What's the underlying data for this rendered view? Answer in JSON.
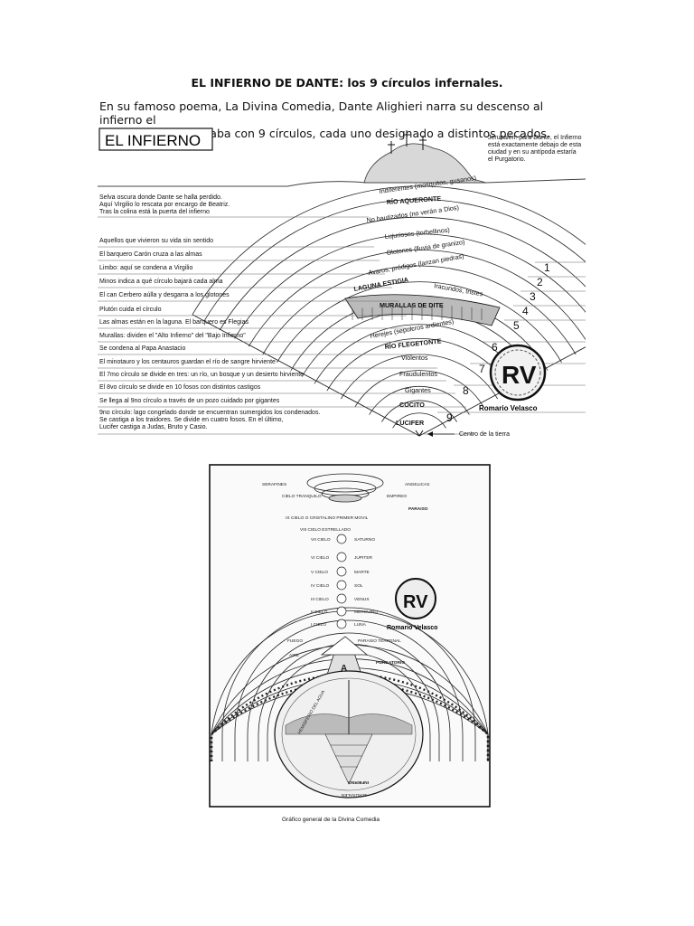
{
  "document": {
    "title": "EL INFIERNO DE DANTE: los 9 círculos infernales.",
    "intro_line1": "En su famoso poema, La Divina Comedia, Dante Alighieri narra su descenso al infierno el",
    "intro_line2": "cual, según él, contaba con 9 círculos, cada uno designado a distintos pecados."
  },
  "infierno_diagram": {
    "heading": "EL INFIERNO",
    "jerusalem_note": [
      "Jerusalén: para Dante, el Infierno",
      "está exactamente debajo de esta",
      "ciudad y en su antípoda estaría",
      "el Purgatorio."
    ],
    "left_notes": [
      [
        "Selva oscura donde Dante se halla perdido.",
        "Aquí Virgilio lo rescata por encargo de Beatriz.",
        "Tras la colina está la puerta del infierno"
      ],
      [
        "Aquellos que vivieron su vida sin sentido"
      ],
      [
        "El barquero Carón cruza a las almas"
      ],
      [
        "Limbo: aquí se condena a Virgilio"
      ],
      [
        "Minos indica a qué círculo bajará cada alma"
      ],
      [
        "El can Cerbero aúlla y desgarra a los glotones"
      ],
      [
        "Plutón cuida el círculo"
      ],
      [
        "Las almas están en la laguna. El barquero es Flegias"
      ],
      [
        "Murallas: dividen el \"Alto Infierno\" del \"Bajo Infierno\""
      ],
      [
        "Se condena al Papa Anastacio"
      ],
      [
        "El minotauro y los centauros guardan el río de sangre hirviente"
      ],
      [
        "El 7mo círculo se divide en tres: un río, un bosque y un desierto hirviente"
      ],
      [
        "El 8vo círculo se divide en 10 fosos con distintos castigos"
      ],
      [
        "Se llega al 9no círculo a través de un pozo cuidado por gigantes"
      ],
      [
        "9no círculo: lago congelado donde se encuentran sumergidos los condenados.",
        "Se castiga a los traidores. Se divide en cuatro fosos. En el último,",
        "Lucifer castiga a Judas, Bruto y Casio."
      ]
    ],
    "ring_labels": [
      "Indiferentes (mosquitos, gusanos)",
      "RÍO AQUERONTE",
      "No bautizados (no verán a Dios)",
      "Lujuriosos (torbellinos)",
      "Glotones (lluvia de granizo)",
      "Avaros, pródigos (lanzan piedras)",
      "LAGUNA ESTIGIA",
      "Iracundos, tristes",
      "MURALLAS DE DITE",
      "Herejes (sepulcros ardientes)",
      "RÍO FLEGETONTE",
      "Violentos",
      "Fraudulentos",
      "Gigantes",
      "COCITO",
      "LUCIFER"
    ],
    "circle_numbers": [
      "1",
      "2",
      "3",
      "4",
      "5",
      "6",
      "7",
      "8",
      "9"
    ],
    "centro": "Centro de la tierra",
    "signature": "Romario Velasco"
  },
  "divina_diagram": {
    "caption": "Gráfico general de la Divina Comedia",
    "signature": "Romario Velasco",
    "labels": [
      "SERAFINES",
      "ANGELICAS",
      "CIELO TRANQUILO",
      "EMPIREO",
      "PARAISO",
      "IX CIELO O CRISTALINO PRIMER MOVIL",
      "VIII CIELO ESTRELLADO",
      "VII CIELO",
      "SATURNO",
      "VI CIELO",
      "JUPITER",
      "V CIELO",
      "MARTE",
      "IV CIELO",
      "SOL",
      "III CIELO",
      "VENUS",
      "II CIELO",
      "MERCURIO",
      "I CIELO",
      "LUNA",
      "FUEGO",
      "PARAISO TERRENAL",
      "AIRE",
      "PURGATORIO",
      "HEMISFERIO DEL AGUA",
      "INFIERNO",
      "JERUSALEN"
    ]
  }
}
